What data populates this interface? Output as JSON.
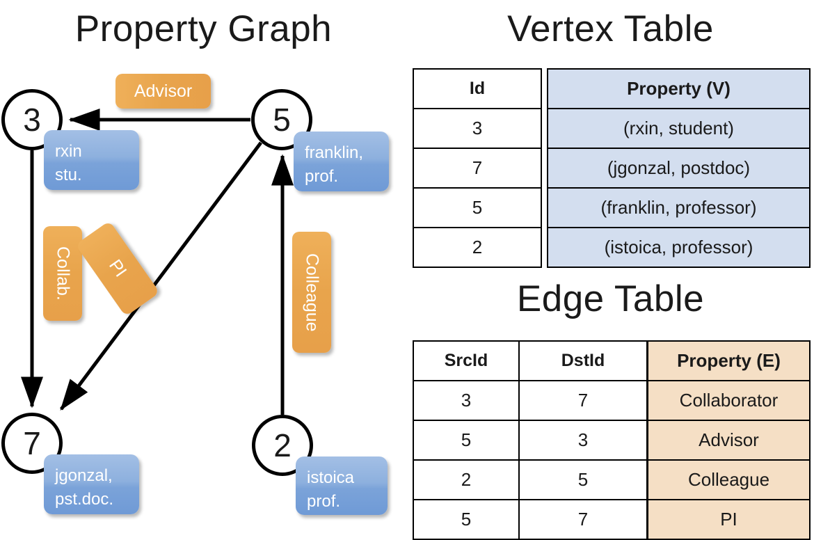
{
  "titles": {
    "property_graph": "Property Graph",
    "vertex_table": "Vertex Table",
    "edge_table": "Edge Table"
  },
  "graph": {
    "nodes": [
      {
        "id": "3",
        "property_line1": "rxin",
        "property_line2": "stu."
      },
      {
        "id": "5",
        "property_line1": "franklin,",
        "property_line2": "prof."
      },
      {
        "id": "7",
        "property_line1": "jgonzal,",
        "property_line2": "pst.doc."
      },
      {
        "id": "2",
        "property_line1": "istoica",
        "property_line2": "prof."
      }
    ],
    "edge_labels": [
      {
        "name": "advisor",
        "text": "Advisor"
      },
      {
        "name": "collab",
        "text": "Collab."
      },
      {
        "name": "pi",
        "text": "PI"
      },
      {
        "name": "colleague",
        "text": "Colleague"
      }
    ],
    "edges": [
      {
        "src": "5",
        "dst": "3",
        "label": "Advisor"
      },
      {
        "src": "3",
        "dst": "7",
        "label": "Collab."
      },
      {
        "src": "5",
        "dst": "7",
        "label": "PI"
      },
      {
        "src": "2",
        "dst": "5",
        "label": "Colleague"
      }
    ]
  },
  "vertex_table": {
    "headers": {
      "id": "Id",
      "property": "Property (V)"
    },
    "rows": [
      {
        "id": "3",
        "property": "(rxin, student)"
      },
      {
        "id": "7",
        "property": "(jgonzal, postdoc)"
      },
      {
        "id": "5",
        "property": "(franklin, professor)"
      },
      {
        "id": "2",
        "property": "(istoica, professor)"
      }
    ]
  },
  "edge_table": {
    "headers": {
      "src": "SrcId",
      "dst": "DstId",
      "property": "Property (E)"
    },
    "rows": [
      {
        "src": "3",
        "dst": "7",
        "property": "Collaborator"
      },
      {
        "src": "5",
        "dst": "3",
        "property": "Advisor"
      },
      {
        "src": "2",
        "dst": "5",
        "property": "Colleague"
      },
      {
        "src": "5",
        "dst": "7",
        "property": "PI"
      }
    ]
  },
  "colors": {
    "vertex_property_fill": "#d3deef",
    "edge_property_fill": "#f5dfc5",
    "node_box_blue": "#7ba3d9",
    "edge_label_orange": "#e8a44c",
    "stroke": "#000000"
  }
}
